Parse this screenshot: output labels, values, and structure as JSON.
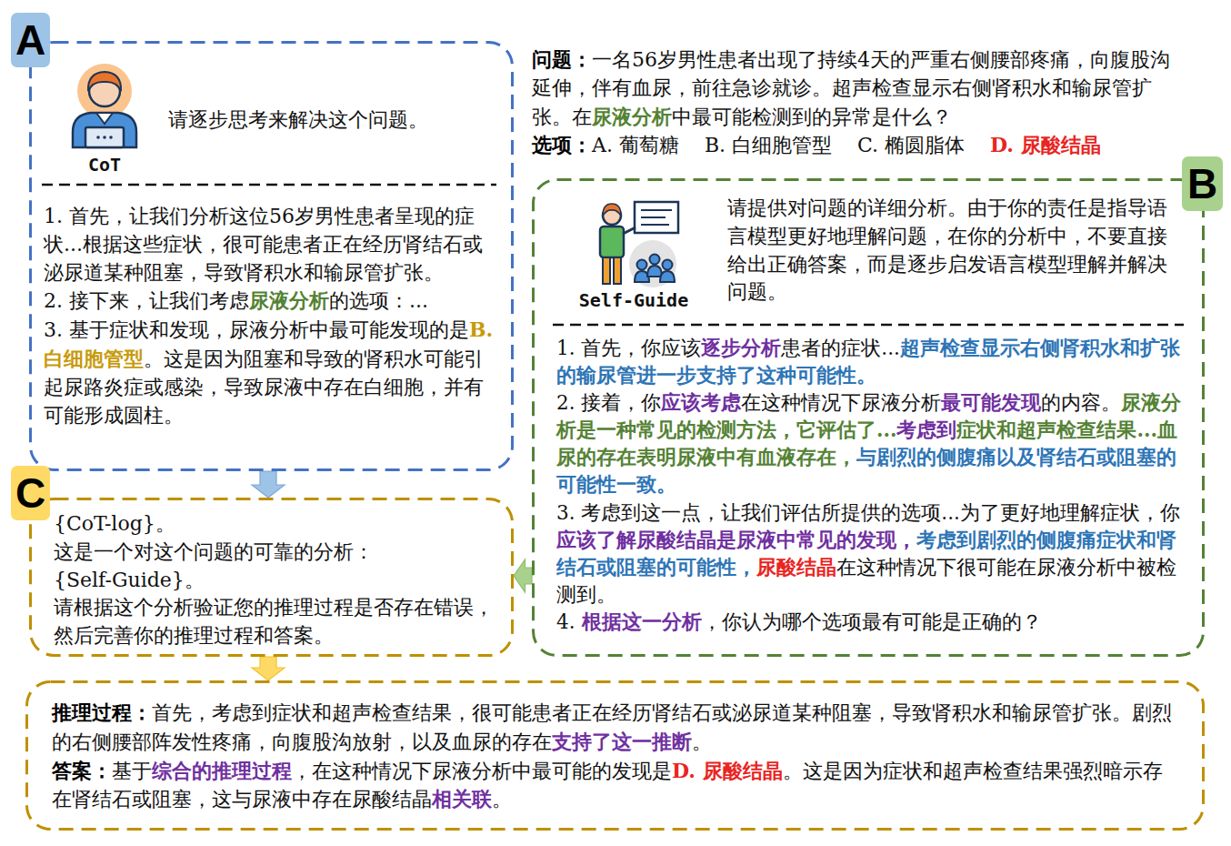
{
  "diagram": {
    "nodes": [
      {
        "text": [
          "A"
        ]
      },
      {
        "text": [
          "请逐步思考来解决这个问题。",
          "CoT",
          "1. 首先，让我们分析这位56岁男性患者呈现的症状...根据这些症状，很可能患者正在经历肾结石或泌尿道某种阻塞，导致肾积水和输尿管扩张。",
          "2. 接下来，让我们考虑",
          "尿液分析",
          "的选项：...",
          "3. 基于症状和发现，尿液分析中最可能发现的是",
          "B. 白细胞管型",
          "。这是因为阻塞和导致的肾积水可能引起尿路炎症或感染，导致尿液中存在白细胞，并有可能形成圆柱。"
        ]
      },
      {
        "text": [
          "B"
        ]
      },
      {
        "text": [
          "请提供对问题的详细分析。由于你的责任是指导语言模型更好地理解问题，在你的分析中，不要直接给出正确答案，而是逐步启发语言模型理解并解决问题。",
          "Self-Guide",
          "1. 首先，你应该",
          "逐步分析",
          "患者的症状...",
          "超声检查显示右侧肾积水和扩张的输尿管进一步支持了这种可能性。",
          "2. 接着，你",
          "应该考虑",
          "在这种情况下尿液分析",
          "最可能发现",
          "的内容。",
          "尿液分析是一种常见的检测方法，它评估了...",
          "考虑到",
          "症状和超声检查结果...血尿的存在表明尿液中有血液存在，",
          "与剧烈的侧腹痛以及肾结石或阻塞的可能性一致。",
          "3. 考虑到这一点，让我们评估所提供的选项...为了更好地理解症状，你",
          "应该了解尿酸结晶是尿液中常见的发现，",
          "考虑到剧烈的侧腹痛症状和肾结石或阻塞的可能性，",
          "尿酸结晶",
          "在这种情况下很可能在尿液分析中被检测到。",
          "4.",
          "根据这一分析",
          "，你认为哪个选项最有可能是正确的？"
        ]
      },
      {
        "text": [
          "C"
        ]
      },
      {
        "text": [
          "{CoT-log}。",
          "这是一个对这个问题的可靠的分析：",
          "{Self-Guide}。",
          "请根据这个分析验证您的推理过程是否存在错误，然后完善你的推理过程和答案。"
        ]
      },
      {
        "text": [
          "推理过程：",
          "首先，考虑到症状和超声检查结果，很可能患者正在经历肾结石或泌尿道某种阻塞，导致肾积水和输尿管扩张。剧烈的右侧腰部阵发性疼痛，向腹股沟放射，以及血尿的存在",
          "支持了这一推断",
          "。",
          "答案：",
          "基于",
          "综合的推理过程",
          "，在这种情况下尿液分析中最可能的发现是",
          "D. 尿酸结晶",
          "。这是因为症状和超声检查结果强烈暗示存在肾结石或阻塞，这与尿液中存在尿酸结晶",
          "相关联",
          "。"
        ]
      }
    ],
    "edges": [
      {
        "from": 1,
        "to": 5,
        "arrow": "to"
      },
      {
        "from": 3,
        "to": 5,
        "arrow": "to"
      },
      {
        "from": 5,
        "to": 6,
        "arrow": "to"
      }
    ],
    "labels": [
      "问题：",
      "一名56岁男性患者出现了持续4天的严重右侧腰部疼痛，向腹股沟延伸，伴有血尿，前往急诊就诊。超声检查显示右侧肾积水和输尿管扩张。在",
      "尿液分析",
      "中最可能检测到的异常是什么？",
      "选项：",
      "A. 葡萄糖",
      "B. 白细胞管型",
      "C. 椭圆脂体",
      "D. 尿酸结晶"
    ]
  }
}
